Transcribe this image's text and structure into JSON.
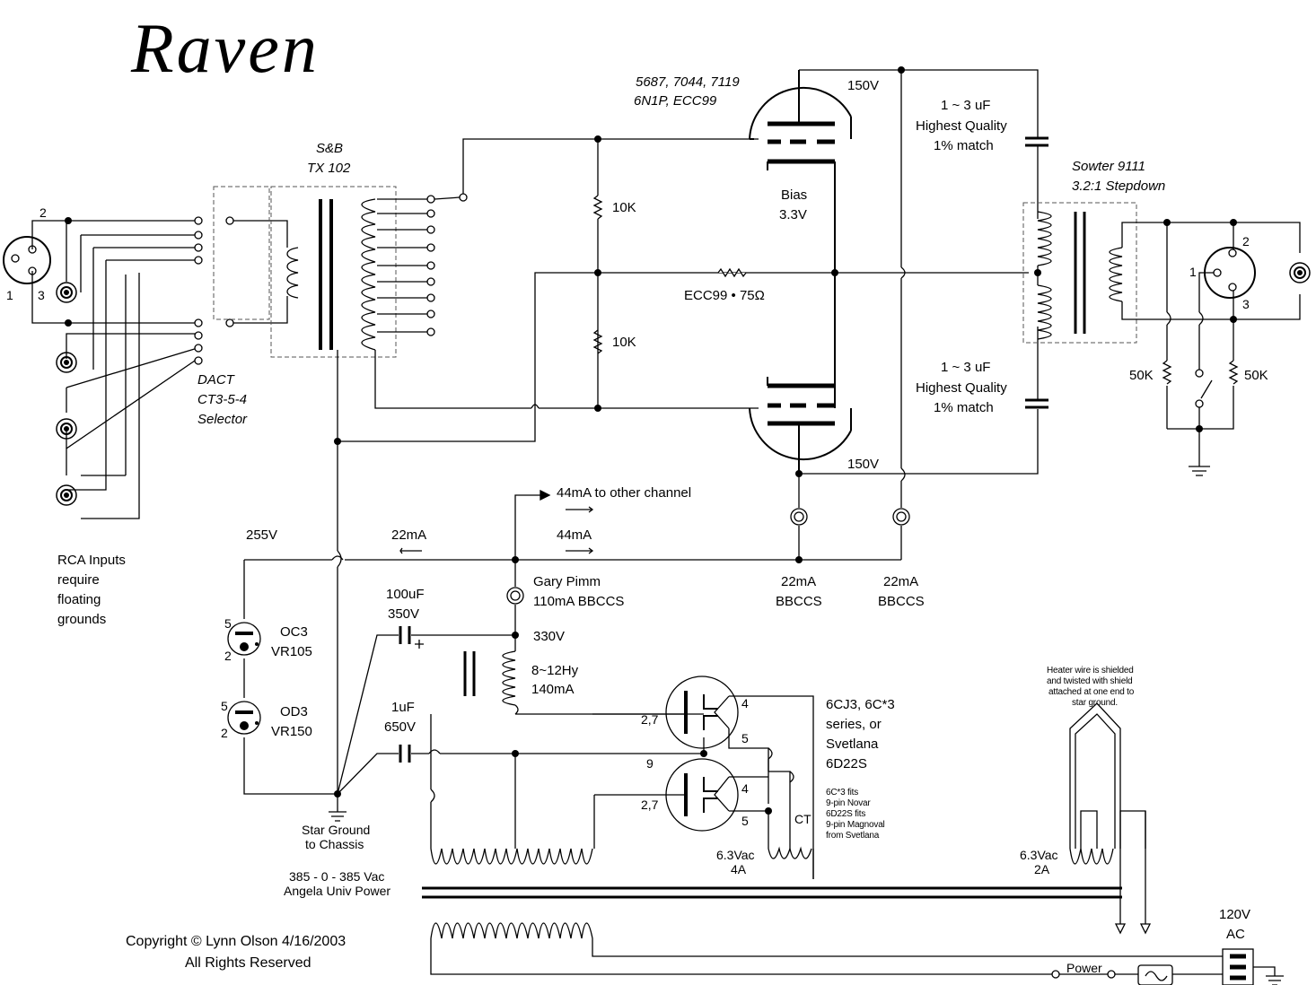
{
  "title": "Raven",
  "labels": {
    "tube_types_1": "5687, 7044, 7119",
    "tube_types_2": "6N1P, ECC99",
    "v150_top": "150V",
    "v150_bottom": "150V",
    "cap_top_1": "1 ~ 3 uF",
    "cap_top_2": "Highest Quality",
    "cap_top_3": "1% match",
    "cap_bot_1": "1 ~ 3 uF",
    "cap_bot_2": "Highest Quality",
    "cap_bot_3": "1% match",
    "sb_1": "S&B",
    "sb_2": "TX 102",
    "sowter_1": "Sowter 9111",
    "sowter_2": "3.2:1 Stepdown",
    "r10k_top": "10K",
    "r10k_bot": "10K",
    "bias_1": "Bias",
    "bias_2": "3.3V",
    "ecc99": "ECC99 • 75Ω",
    "dact_1": "DACT",
    "dact_2": "CT3-5-4",
    "dact_3": "Selector",
    "xlr_in_pin2": "2",
    "xlr_in_pin1": "1",
    "xlr_in_pin3": "3",
    "xlr_out_pin2": "2",
    "xlr_out_pin1": "1",
    "xlr_out_pin3": "3",
    "r50k_left": "50K",
    "r50k_right": "50K",
    "v255": "255V",
    "ma22_left": "22mA",
    "ma44_other": "44mA to other channel",
    "ma44": "44mA",
    "rca_1": "RCA Inputs",
    "rca_2": "require",
    "rca_3": "floating",
    "rca_4": "grounds",
    "gary_1": "Gary Pimm",
    "gary_2": "110mA BBCCS",
    "bbccs_a1": "22mA",
    "bbccs_a2": "BBCCS",
    "bbccs_b1": "22mA",
    "bbccs_b2": "BBCCS",
    "oc3_1": "OC3",
    "oc3_2": "VR105",
    "od3_1": "OD3",
    "od3_2": "VR150",
    "pin5a": "5",
    "pin2a": "2",
    "pin5b": "5",
    "pin2b": "2",
    "c100_1": "100uF",
    "c100_2": "350V",
    "v330": "330V",
    "choke_1": "8~12Hy",
    "choke_2": "140mA",
    "c1_1": "1uF",
    "c1_2": "650V",
    "rect_1": "6CJ3, 6C*3",
    "rect_2": "series, or",
    "rect_3": "Svetlana",
    "rect_4": "6D22S",
    "rect_note_1": "6C*3 fits",
    "rect_note_2": "9-pin Novar",
    "rect_note_3": "6D22S fits",
    "rect_note_4": "9-pin Magnoval",
    "rect_note_5": "from Svetlana",
    "p27a": "2,7",
    "p27b": "2,7",
    "p4a": "4",
    "p5a": "5",
    "p4b": "4",
    "p5b": "5",
    "p9": "9",
    "ct": "CT",
    "heat63_1": "6.3Vac",
    "heat63_2": "4A",
    "heat63b_1": "6.3Vac",
    "heat63b_2": "2A",
    "heater_note_1": "Heater wire is shielded",
    "heater_note_2": "and twisted with shield",
    "heater_note_3": "attached at one end to",
    "heater_note_4": "star ground.",
    "star_1": "Star Ground",
    "star_2": "to Chassis",
    "ptx_1": "385 - 0 - 385 Vac",
    "ptx_2": "Angela Univ Power",
    "copy_1": "Copyright © Lynn Olson 4/16/2003",
    "copy_2": "All Rights Reserved",
    "ac_1": "120V",
    "ac_2": "AC",
    "power": "Power"
  }
}
